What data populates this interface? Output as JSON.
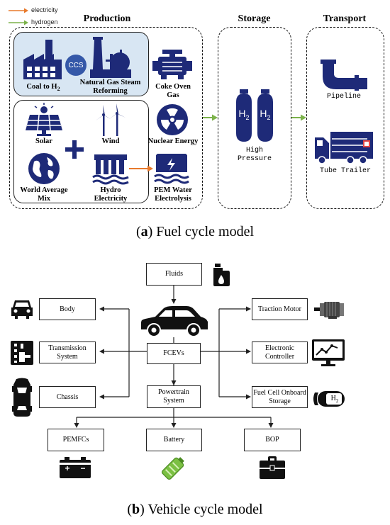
{
  "legend": {
    "electricity": "electricity",
    "hydrogen": "hydrogen"
  },
  "colors": {
    "electricity": "#e87a2c",
    "hydrogen": "#7bb24a",
    "icon": "#1e2a78",
    "fossil_bg": "#d8e6f3"
  },
  "fuel_cycle": {
    "production_title": "Production",
    "storage_title": "Storage",
    "transport_title": "Transport",
    "coal": "Coal to H",
    "coal_sub": "2",
    "ccs": "CCS",
    "ngsr": "Natural Gas Steam Reforming",
    "coke": "Coke Oven Gas",
    "solar": "Solar",
    "wind": "Wind",
    "nuclear": "Nuclear Energy",
    "world_mix": "World Average Mix",
    "hydro": "Hydro Electricity",
    "pem": "PEM Water Electrolysis",
    "h2_symbol": "H",
    "h2_sub": "2",
    "high_pressure": "High Pressure",
    "pipeline": "Pipeline",
    "tube_trailer": "Tube Trailer"
  },
  "caption_a": {
    "letter": "a",
    "text": " Fuel cycle model"
  },
  "vehicle_cycle": {
    "fluids": "Fluids",
    "body": "Body",
    "transmission": "Transmission System",
    "chassis": "Chassis",
    "fcevs": "FCEVs",
    "powertrain": "Powertrain System",
    "traction_motor": "Traction Motor",
    "electronic_controller": "Electronic Controller",
    "fuel_cell_storage": "Fuel Cell Onboard Storage",
    "pemfcs": "PEMFCs",
    "battery": "Battery",
    "bop": "BOP",
    "h2_tank_label": "H",
    "h2_tank_sub": "2",
    "battery_plus": "+",
    "battery_minus": "−"
  },
  "caption_b": {
    "letter": "b",
    "text": " Vehicle cycle model"
  }
}
